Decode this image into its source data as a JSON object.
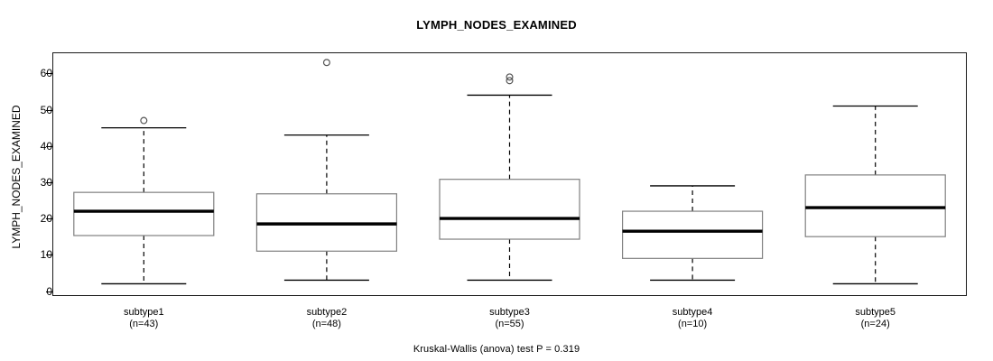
{
  "chart_data": {
    "type": "boxplot",
    "title": "LYMPH_NODES_EXAMINED",
    "xlabel": "",
    "ylabel": "LYMPH_NODES_EXAMINED",
    "ylim": [
      0,
      65
    ],
    "yticks": [
      0,
      10,
      20,
      30,
      40,
      50,
      60
    ],
    "grid": false,
    "legend": null,
    "annotation": "Kruskal-Wallis (anova) test P = 0.319",
    "pvalue": 0.319,
    "test": "Kruskal-Wallis (anova)",
    "categories": [
      "subtype1",
      "subtype2",
      "subtype3",
      "subtype4",
      "subtype5"
    ],
    "counts": [
      43,
      48,
      55,
      10,
      24
    ],
    "category_labels": [
      {
        "name": "subtype1",
        "n": "(n=43)"
      },
      {
        "name": "subtype2",
        "n": "(n=48)"
      },
      {
        "name": "subtype3",
        "n": "(n=55)"
      },
      {
        "name": "subtype4",
        "n": "(n=10)"
      },
      {
        "name": "subtype5",
        "n": "(n=24)"
      }
    ],
    "boxes": [
      {
        "category": "subtype1",
        "whisker_low": 2,
        "q1": 15.3,
        "median": 22,
        "q3": 27.2,
        "whisker_high": 45,
        "outliers": [
          47
        ]
      },
      {
        "category": "subtype2",
        "whisker_low": 3,
        "q1": 11,
        "median": 18.5,
        "q3": 26.8,
        "whisker_high": 43,
        "outliers": [
          63
        ]
      },
      {
        "category": "subtype3",
        "whisker_low": 3,
        "q1": 14.3,
        "median": 20,
        "q3": 30.8,
        "whisker_high": 54,
        "outliers": [
          58,
          59
        ]
      },
      {
        "category": "subtype4",
        "whisker_low": 3,
        "q1": 9,
        "median": 16.5,
        "q3": 22,
        "whisker_high": 29,
        "outliers": []
      },
      {
        "category": "subtype5",
        "whisker_low": 2,
        "q1": 15,
        "median": 23,
        "q3": 32,
        "whisker_high": 51,
        "outliers": []
      }
    ],
    "colors": {
      "box_fill": "#ffffff",
      "box_border": "#808080",
      "median": "#000000",
      "whisker": "#000000",
      "outlier": "#555555",
      "frame": "#1a1a1a",
      "text": "#000000"
    }
  }
}
